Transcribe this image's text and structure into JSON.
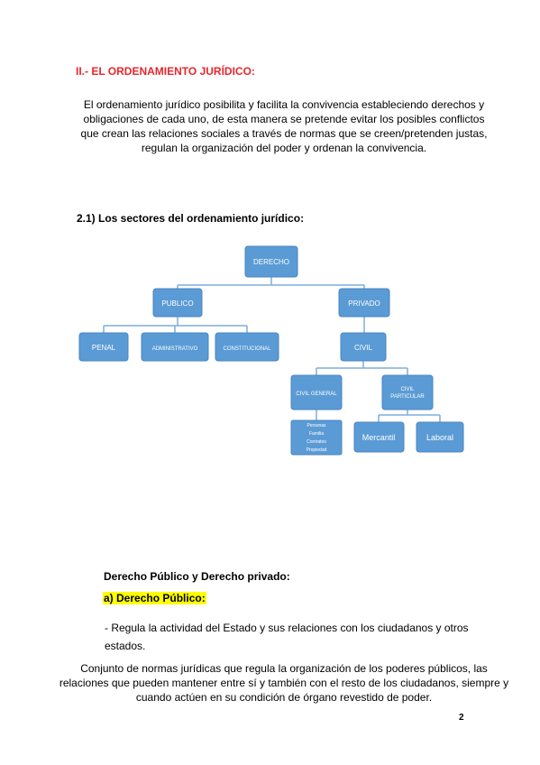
{
  "title": "II.- EL ORDENAMIENTO JURÍDICO:",
  "intro": [
    "El ordenamiento jurídico posibilita y facilita la convivencia estableciendo derechos y",
    "obligaciones de cada uno, de esta manera se pretende evitar los posibles conflictos",
    "que crean las relaciones sociales a través de normas que se creen/pretenden justas,",
    "regulan la organización del poder y ordenan la convivencia."
  ],
  "subtitle": "2.1) Los sectores del ordenamiento jurídico:",
  "diagram": {
    "derecho": "DERECHO",
    "publico": "PUBLICO",
    "privado": "PRIVADO",
    "penal": "PENAL",
    "administrativo": "ADMINISTRATIVO",
    "constitucional": "CONSTITUCIONAL",
    "civil": "CIVIL",
    "civil_general": "CIVIL GENERAL",
    "civil_particular": [
      "CIVIL",
      "PARTICULAR"
    ],
    "civil_general_items": [
      "Personas",
      "Familia",
      "Contratos",
      "Propiedad"
    ],
    "mercantil": "Mercantil",
    "laboral": "Laboral"
  },
  "section_heading": "Derecho Público y Derecho privado:",
  "highlight": "a) Derecho Público:",
  "bullet": "- Regula la actividad del Estado y sus relaciones con los ciudadanos y otros estados.",
  "paragraph": [
    "Conjunto de normas jurídicas que regula la organización de los poderes públicos, las",
    "relaciones que pueden mantener entre sí y también con el resto de los ciudadanos, siempre y",
    "cuando actúen en su condición de órgano revestido de poder."
  ],
  "page_number": "2",
  "colors": {
    "title": "#e8262b",
    "node": "#5b9bd5",
    "connector": "#7faedb",
    "highlight": "#ffff00"
  }
}
